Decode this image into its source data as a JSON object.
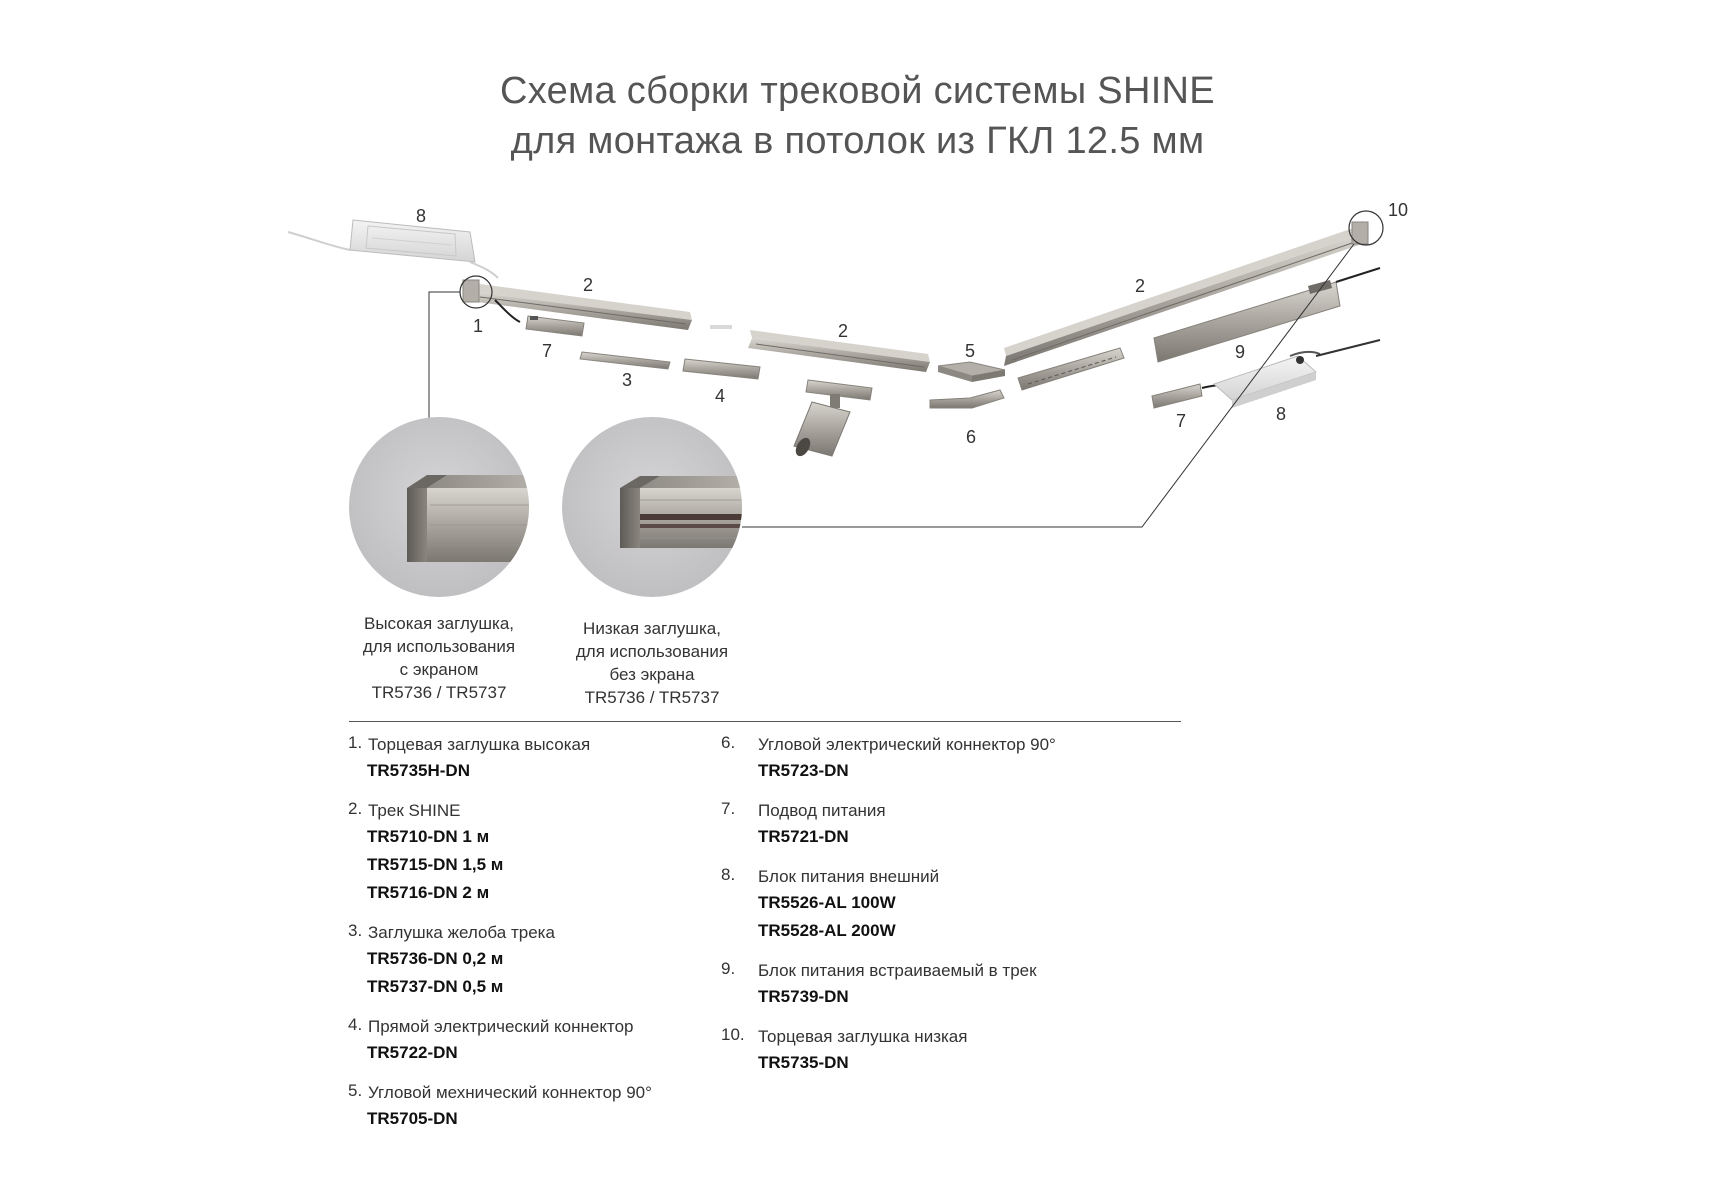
{
  "title": {
    "line1": "Схема сборки трековой системы SHINE",
    "line2": "для монтажа в потолок из ГКЛ 12.5 мм"
  },
  "callouts": {
    "c8a": "8",
    "c2a": "2",
    "c1": "1",
    "c7a": "7",
    "c3": "3",
    "c4": "4",
    "c2b": "2",
    "c5": "5",
    "c6": "6",
    "c2c": "2",
    "c10": "10",
    "c9": "9",
    "c7b": "7",
    "c8b": "8"
  },
  "detail_high": {
    "caption": [
      "Высокая заглушка,",
      "для использования",
      "с экраном",
      "TR5736 / TR5737"
    ]
  },
  "detail_low": {
    "caption": [
      "Низкая заглушка,",
      "для использования",
      "без экрана",
      "TR5736 / TR5737"
    ]
  },
  "parts_left": [
    {
      "num": "1.",
      "title": "Торцевая заглушка высокая",
      "codes": [
        "TR5735H-DN"
      ]
    },
    {
      "num": "2.",
      "title": "Трек SHINE",
      "codes": [
        "TR5710-DN  1 м",
        "TR5715-DN 1,5 м",
        "TR5716-DN 2 м"
      ]
    },
    {
      "num": "3.",
      "title": "Заглушка желоба трека",
      "codes": [
        "TR5736-DN  0,2 м",
        "TR5737-DN  0,5 м"
      ]
    },
    {
      "num": "4.",
      "title": "Прямой электрический коннектор",
      "codes": [
        "TR5722-DN"
      ]
    },
    {
      "num": "5.",
      "title": "Угловой мехнический коннектор 90°",
      "codes": [
        "TR5705-DN"
      ]
    }
  ],
  "parts_right": [
    {
      "num": "6.",
      "title": "Угловой электрический коннектор 90°",
      "codes": [
        "TR5723-DN"
      ]
    },
    {
      "num": "7.",
      "title": "Подвод питания",
      "codes": [
        "TR5721-DN"
      ]
    },
    {
      "num": "8.",
      "title": "Блок питания внешний",
      "codes": [
        "TR5526-AL 100W",
        "TR5528-AL 200W"
      ]
    },
    {
      "num": "9.",
      "title": "Блок питания встраиваемый в трек",
      "codes": [
        "TR5739-DN"
      ]
    },
    {
      "num": "10.",
      "title": "Торцевая заглушка низкая",
      "codes": [
        "TR5735-DN"
      ]
    }
  ],
  "colors": {
    "metal": "#a7a39c",
    "metal_dark": "#7f7b75",
    "metal_light": "#cfccc6",
    "detail_bg": "#c9c9cb",
    "text": "#333333"
  }
}
